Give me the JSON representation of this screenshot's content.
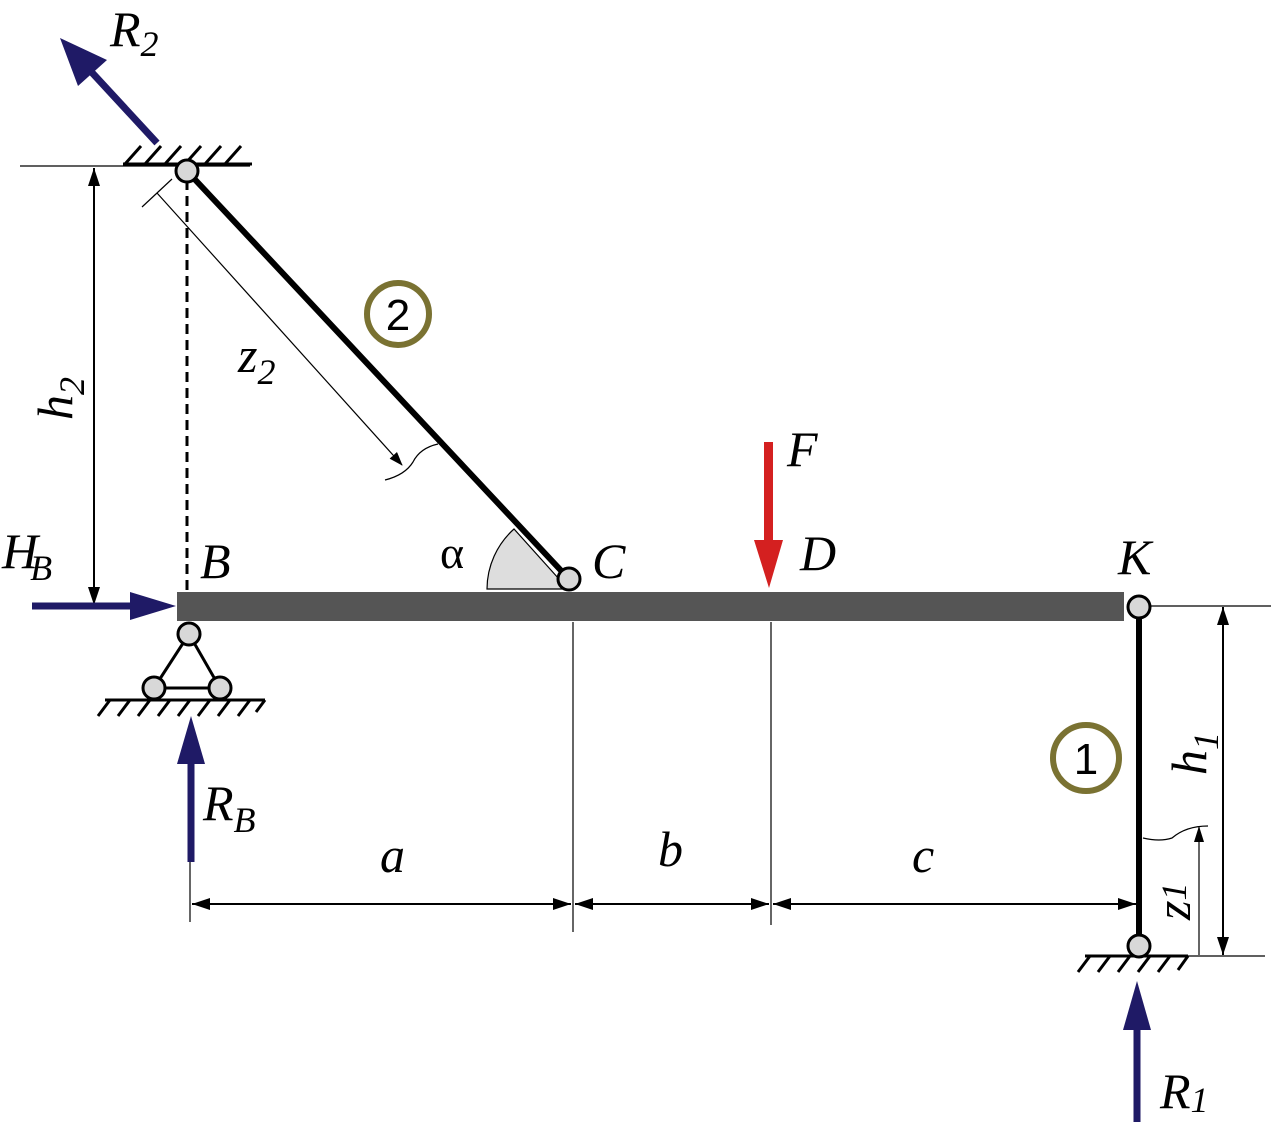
{
  "labels": {
    "R2": {
      "main": "R",
      "sub": "2"
    },
    "h2": {
      "main": "h",
      "sub": "2"
    },
    "z2": {
      "main": "z",
      "sub": "2"
    },
    "HB": {
      "main": "H",
      "sub": "B"
    },
    "B": "B",
    "alpha": "α",
    "C": "C",
    "F": "F",
    "D": "D",
    "K": "K",
    "RB": {
      "main": "R",
      "sub": "B"
    },
    "a": "a",
    "b": "b",
    "c": "c",
    "h1": {
      "main": "h",
      "sub": "1"
    },
    "z1": {
      "main": "z",
      "sub": "1"
    },
    "R1": {
      "main": "R",
      "sub": "1"
    },
    "rod1": "1",
    "rod2": "2"
  },
  "colors": {
    "beam": "#555555",
    "reaction_arrow": "#1f1a66",
    "load_arrow": "#d42020",
    "rod_circle": "#7a7232",
    "hinge_fill": "#d8d8d8",
    "angle_fill": "#dddddd"
  }
}
